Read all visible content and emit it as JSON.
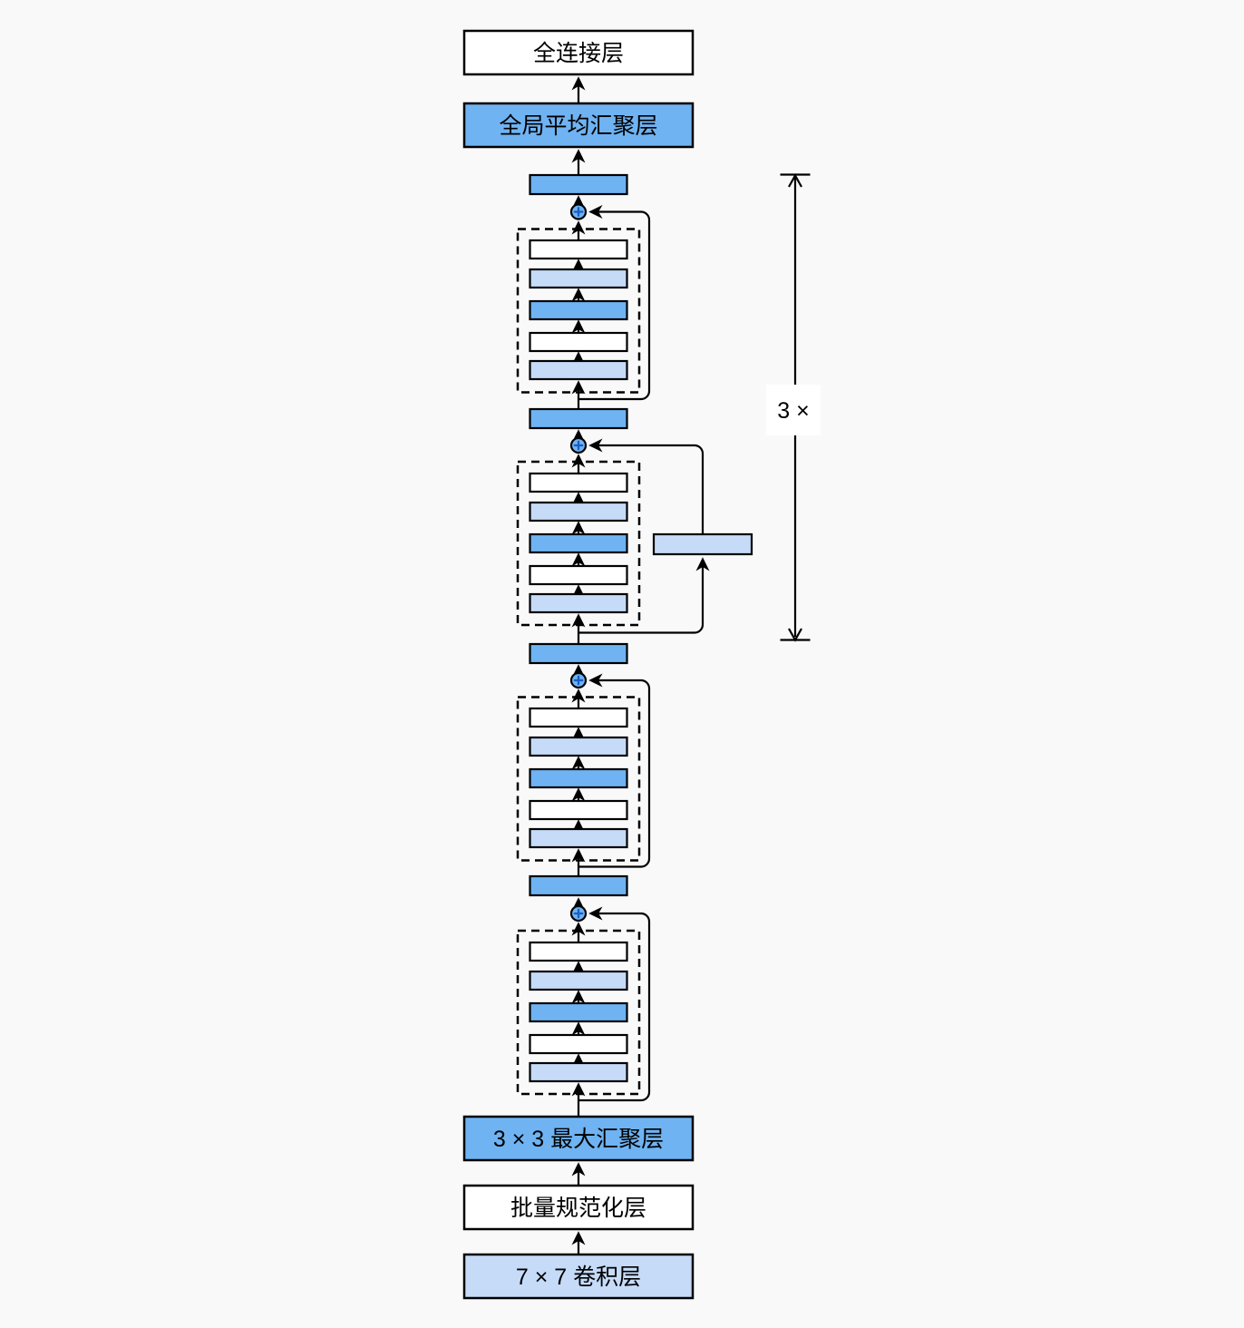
{
  "colors": {
    "background": "#F9F9F9",
    "blue_medium": "#6FB3F2",
    "blue_light": "#C5DBF8",
    "white": "#FFFFFF",
    "outline": "#000000",
    "plus_sign": "#1A5FC4"
  },
  "labels": {
    "fully_connected_layer": "全连接层",
    "global_average_pooling_layer": "全局平均汇聚层",
    "max_pooling_layer": "3 × 3 最大汇聚层",
    "batch_norm_layer": "批量规范化层",
    "conv_layer": "7 × 7 卷积层",
    "repeat_count": "3 ×"
  },
  "icons": {
    "add": "+"
  },
  "structure": {
    "residual_block_count": 4,
    "layers_per_residual_block": 5,
    "blocks_with_shortcut_conv": 1,
    "repeat_label": "3 ×"
  }
}
